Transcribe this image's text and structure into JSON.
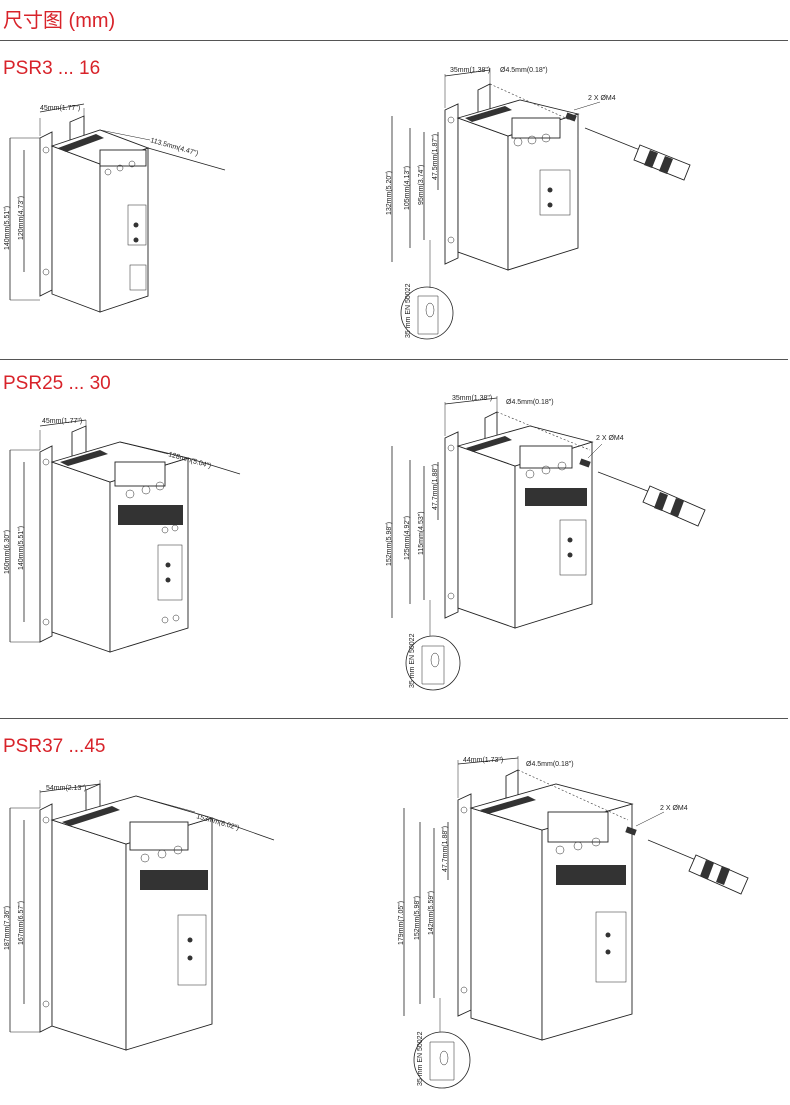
{
  "page": {
    "title": "尺寸图 (mm)"
  },
  "sections": [
    {
      "label": "PSR3 ... 16",
      "left": {
        "width": "45mm(1.77\")",
        "depth": "113.5mm(4.47\")",
        "height_outer": "140mm(5.51\")",
        "height_inner": "120mm(4.73\")"
      },
      "right": {
        "top": "35mm(1.38\")",
        "hole": "Ø4.5mm(0.18\")",
        "screw": "2 X ØM4",
        "d1": "132mm(5.20\")",
        "d2": "105mm(4.13\")",
        "d3": "95mm(3.74\")",
        "d4": "47.5mm(1.87\")",
        "rail": "35 mm EN 50022"
      }
    },
    {
      "label": "PSR25 ... 30",
      "left": {
        "width": "45mm(1.77\")",
        "depth": "128mm(5.04\")",
        "height_outer": "160mm(6.30\")",
        "height_inner": "140mm(5.51\")"
      },
      "right": {
        "top": "35mm(1.38\")",
        "hole": "Ø4.5mm(0.18\")",
        "screw": "2 X ØM4",
        "d1": "152mm(5.98\")",
        "d2": "125mm(4.92\")",
        "d3": "115mm(4.53\")",
        "d4": "47.7mm(1.88\")",
        "rail": "35 mm EN 50022"
      }
    },
    {
      "label": "PSR37 ...45",
      "left": {
        "width": "54mm(2.13\")",
        "depth": "153mm(6.02\")",
        "height_outer": "187mm(7.36\")",
        "height_inner": "167mm(6.57\")"
      },
      "right": {
        "top": "44mm(1.73\")",
        "hole": "Ø4.5mm(0.18\")",
        "screw": "2 X ØM4",
        "d1": "179mm(7.05\")",
        "d2": "152mm(5.98\")",
        "d3": "142mm(5.59\")",
        "d4": "47.7mm(1.88\")",
        "rail": "35 mm EN 50022"
      }
    }
  ]
}
